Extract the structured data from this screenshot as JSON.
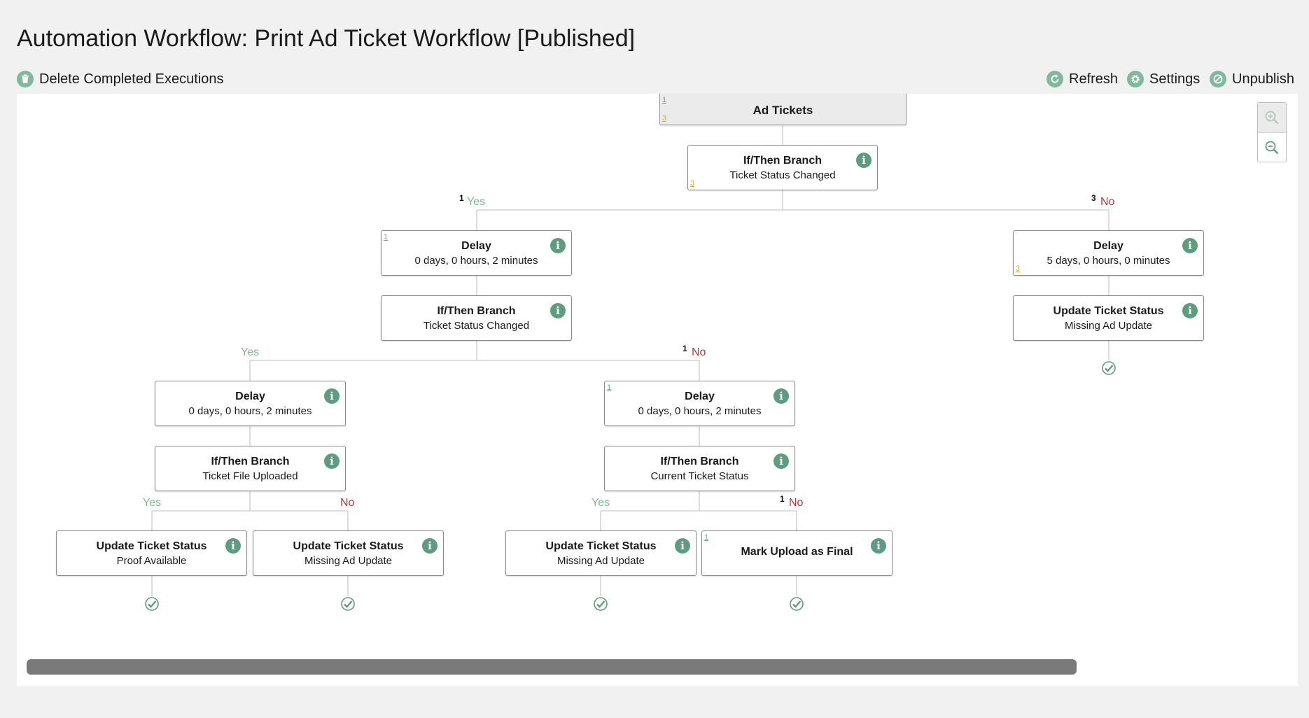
{
  "page": {
    "title": "Automation Workflow: Print Ad Ticket Workflow [Published]"
  },
  "toolbar": {
    "delete_label": "Delete Completed Executions",
    "refresh_label": "Refresh",
    "settings_label": "Settings",
    "unpublish_label": "Unpublish"
  },
  "colors": {
    "accent_green": "#80b99b",
    "info_green": "#5e9c7f",
    "yes_label": "#7dbb8c",
    "no_label": "#b03a3a",
    "count_orange": "#e3a73a",
    "connector": "#c6ccd2"
  },
  "workflow": {
    "root": {
      "title": "Ad Tickets",
      "count_green": "1",
      "count_orange": "3"
    },
    "branch_main": {
      "title": "If/Then Branch",
      "subtitle": "Ticket Status Changed",
      "count_orange": "3"
    },
    "main_yes": {
      "label": "Yes",
      "count": "1"
    },
    "main_no": {
      "label": "No",
      "count": "3"
    },
    "delay_yes": {
      "title": "Delay",
      "subtitle": "0 days, 0 hours, 2 minutes",
      "count_green": "1"
    },
    "branch_yes": {
      "title": "If/Then Branch",
      "subtitle": "Ticket Status Changed"
    },
    "sub_yes": {
      "label": "Yes"
    },
    "sub_no": {
      "label": "No",
      "count": "1"
    },
    "delay_left": {
      "title": "Delay",
      "subtitle": "0 days, 0 hours, 2 minutes"
    },
    "branch_file": {
      "title": "If/Then Branch",
      "subtitle": "Ticket File Uploaded"
    },
    "file_yes": {
      "label": "Yes"
    },
    "file_no": {
      "label": "No"
    },
    "update_proof": {
      "title": "Update Ticket Status",
      "subtitle": "Proof Available"
    },
    "update_missing_1": {
      "title": "Update Ticket Status",
      "subtitle": "Missing Ad Update"
    },
    "delay_mid": {
      "title": "Delay",
      "subtitle": "0 days, 0 hours, 2 minutes",
      "count_green": "1"
    },
    "branch_current": {
      "title": "If/Then Branch",
      "subtitle": "Current Ticket Status"
    },
    "current_yes": {
      "label": "Yes"
    },
    "current_no": {
      "label": "No",
      "count": "1"
    },
    "update_missing_2": {
      "title": "Update Ticket Status",
      "subtitle": "Missing Ad Update"
    },
    "mark_final": {
      "title": "Mark Upload as Final",
      "count_green": "1"
    },
    "delay_no": {
      "title": "Delay",
      "subtitle": "5 days, 0 hours, 0 minutes",
      "count_orange": "3"
    },
    "update_missing_3": {
      "title": "Update Ticket Status",
      "subtitle": "Missing Ad Update"
    }
  },
  "icons": {
    "delete": "trash-icon",
    "refresh": "refresh-icon",
    "settings": "gear-icon",
    "unpublish": "unpublish-icon",
    "info": "info-icon",
    "end": "check-circle-icon",
    "zoom_in": "zoom-in-icon",
    "zoom_out": "zoom-out-icon"
  }
}
